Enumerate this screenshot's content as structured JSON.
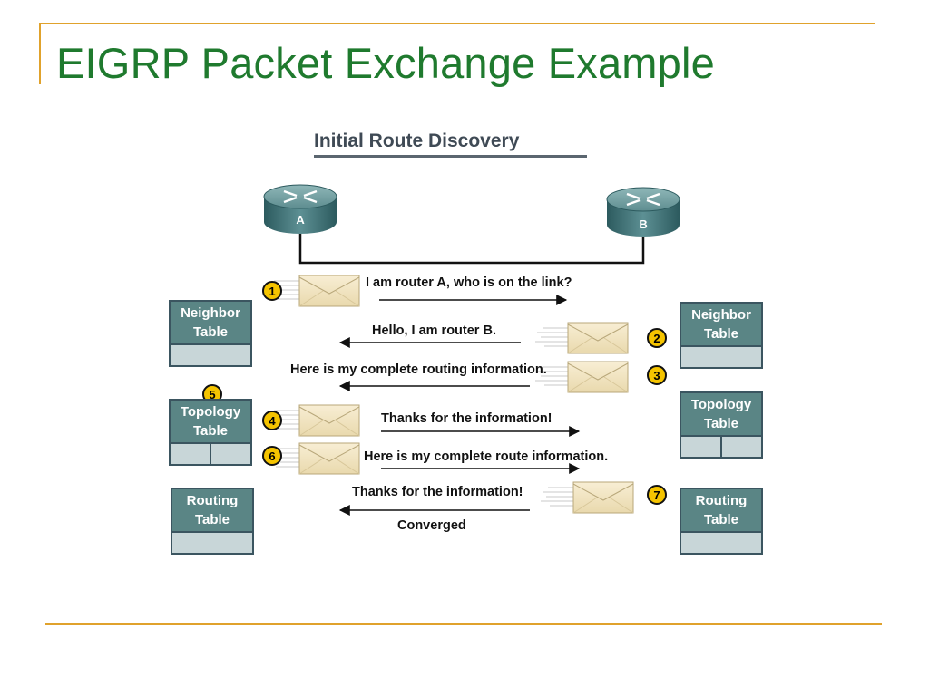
{
  "slide": {
    "title": "EIGRP Packet Exchange Example"
  },
  "diagram": {
    "subtitle": "Initial Route Discovery",
    "routers": [
      {
        "label": "A"
      },
      {
        "label": "B"
      }
    ],
    "tables": {
      "a_neighbor": [
        "Neighbor",
        "Table"
      ],
      "a_topology": [
        "Topology",
        "Table"
      ],
      "a_routing": [
        "Routing",
        "Table"
      ],
      "b_neighbor": [
        "Neighbor",
        "Table"
      ],
      "b_topology": [
        "Topology",
        "Table"
      ],
      "b_routing": [
        "Routing",
        "Table"
      ]
    },
    "steps": [
      "1",
      "2",
      "3",
      "4",
      "5",
      "6",
      "7"
    ],
    "messages": {
      "m1": "I am router A, who is on the link?",
      "m2": "Hello, I am router B.",
      "m3": "Here is my complete routing information.",
      "m4": "Thanks for the information!",
      "m6": "Here is my complete route information.",
      "m7": "Thanks for the information!",
      "converged": "Converged"
    },
    "colors": {
      "title": "#1f7a2e",
      "accent_rule": "#e0a22c",
      "table_header": "#5a8585",
      "table_body": "#c8d6d8",
      "step_badge": "#f5c400",
      "envelope": "#f3e6c4"
    }
  }
}
